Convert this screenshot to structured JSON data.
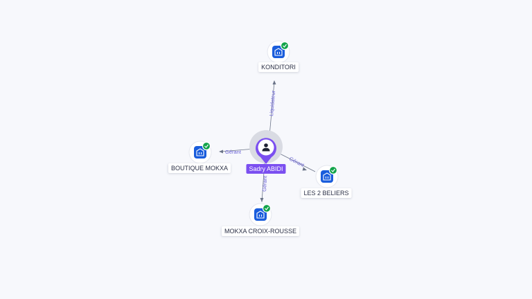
{
  "person": {
    "name": "Sadry ABIDI",
    "icon": "person-icon",
    "color": "#7b4ff0"
  },
  "companies": [
    {
      "name": "KONDITORI",
      "icon": "building-icon",
      "verified": true
    },
    {
      "name": "BOUTIQUE MOKXA",
      "icon": "building-icon",
      "verified": true
    },
    {
      "name": "LES 2 BELIERS",
      "icon": "building-icon",
      "verified": true
    },
    {
      "name": "MOKXA CROIX-ROUSSE",
      "icon": "building-icon",
      "verified": true
    }
  ],
  "relations": [
    {
      "label": "Liquidateur",
      "target": "KONDITORI"
    },
    {
      "label": "Gérant",
      "target": "BOUTIQUE MOKXA"
    },
    {
      "label": "Gérant",
      "target": "LES 2 BELIERS"
    },
    {
      "label": "Gérant",
      "target": "MOKXA CROIX-ROUSSE"
    }
  ],
  "colors": {
    "company": "#1a5ddc",
    "verified": "#12a34a",
    "edge": "#6b7488",
    "edge_label": "#6a62d6"
  }
}
